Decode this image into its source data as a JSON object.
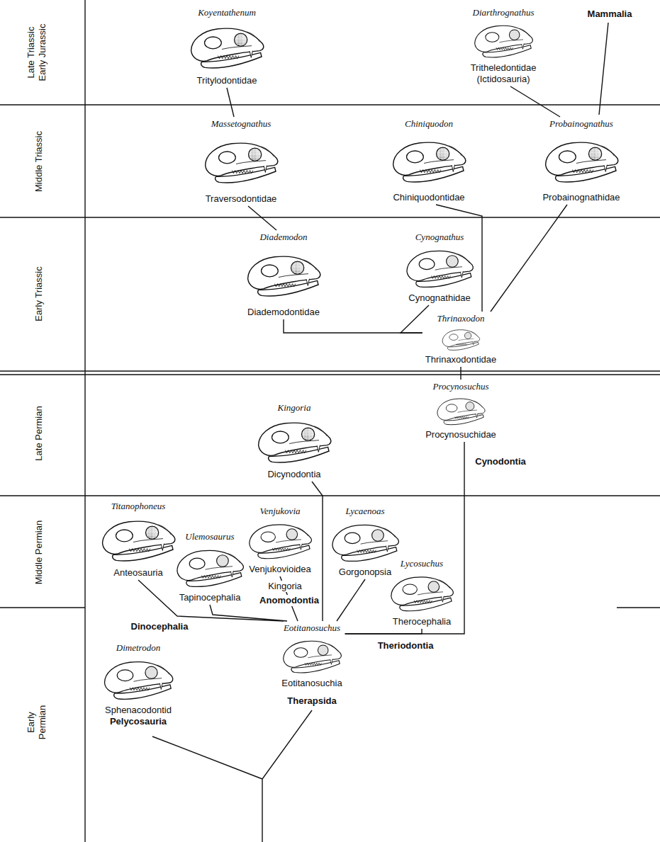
{
  "diagram": {
    "nodes": [
      {
        "text": [
          "Koyentathenum",
          "Tritylodontidae"
        ]
      },
      {
        "text": [
          "Diarthrognathus",
          "Tritheledontidae (Ictidosauria)"
        ]
      },
      {
        "text": [
          "Massetognathus",
          "Traversodontidae"
        ]
      },
      {
        "text": [
          "Chiniquodon",
          "Chiniquodontidae"
        ]
      },
      {
        "text": [
          "Probainognathus",
          "Probainognathidae"
        ]
      },
      {
        "text": [
          "Diademodon",
          "Diademodontidae"
        ]
      },
      {
        "text": [
          "Cynognathus",
          "Cynognathidae"
        ]
      },
      {
        "text": [
          "Thrinaxodon",
          "Thrinaxodontidae"
        ]
      },
      {
        "text": [
          "Procynosuchus",
          "Procynosuchidae"
        ]
      },
      {
        "text": [
          "Kingoria",
          "Dicynodontia"
        ]
      },
      {
        "text": [
          "Titanophoneus",
          "Anteosauria"
        ]
      },
      {
        "text": [
          "Venjukovia",
          "Venjukovioidea"
        ]
      },
      {
        "text": [
          "Lycaenoas",
          "Gorgonopsia"
        ]
      },
      {
        "text": [
          "Ulemosaurus",
          "Tapinocephalia"
        ]
      },
      {
        "text": [
          "Lycosuchus",
          "Therocephalia"
        ]
      },
      {
        "text": [
          "Eotitanosuchus",
          "Eotitanosuchia"
        ]
      },
      {
        "text": [
          "Dimetrodon",
          "Sphenacodontid",
          "Pelycosauria"
        ]
      }
    ],
    "edges": [
      {
        "from": 15,
        "to": 10,
        "arrow": "none"
      },
      {
        "from": 15,
        "to": 13,
        "arrow": "none"
      },
      {
        "from": 15,
        "to": 11,
        "arrow": "none"
      },
      {
        "from": 15,
        "to": 9,
        "arrow": "none"
      },
      {
        "from": 15,
        "to": 12,
        "arrow": "none"
      },
      {
        "from": 15,
        "to": 14,
        "arrow": "none"
      },
      {
        "from": 15,
        "to": 8,
        "arrow": "none"
      },
      {
        "from": 8,
        "to": 7,
        "arrow": "none"
      },
      {
        "from": 7,
        "to": 5,
        "arrow": "none"
      },
      {
        "from": 7,
        "to": 6,
        "arrow": "none"
      },
      {
        "from": 7,
        "to": 3,
        "arrow": "none"
      },
      {
        "from": 7,
        "to": 4,
        "arrow": "none"
      },
      {
        "from": 5,
        "to": 2,
        "arrow": "none"
      },
      {
        "from": 2,
        "to": 0,
        "arrow": "none"
      },
      {
        "from": 4,
        "to": 1,
        "arrow": "none"
      }
    ],
    "labels": [
      "Late Triassic Early Jurassic",
      "Middle Triassic",
      "Early Triassic",
      "Late Permian",
      "Middle Permian",
      "Early Permian",
      "Mammalia",
      "Cynodontia",
      "Kingoria",
      "Anomodontia",
      "Dinocephalia",
      "Theriodontia",
      "Therapsida"
    ]
  }
}
